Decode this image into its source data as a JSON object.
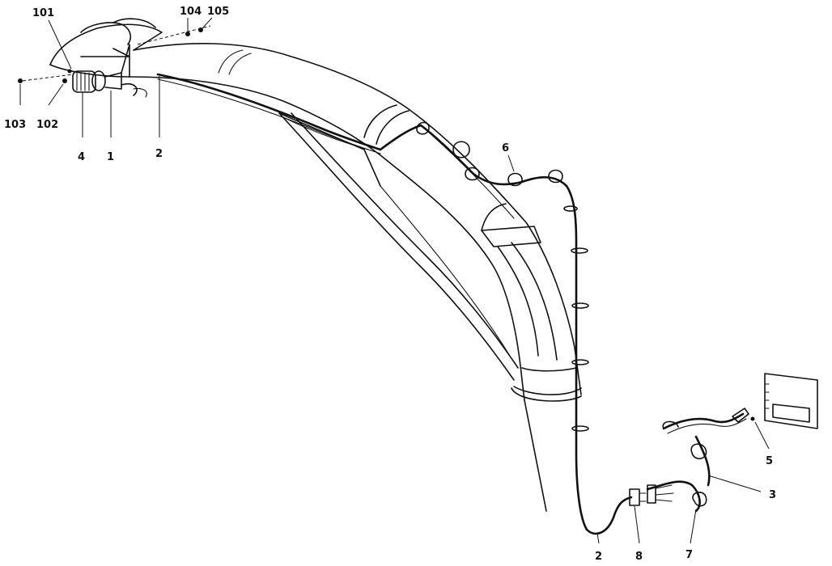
{
  "callouts": {
    "c101": "101",
    "c104": "104",
    "c105": "105",
    "c103": "103",
    "c102": "102",
    "c4": "4",
    "c1": "1",
    "c2_top": "2",
    "c6": "6",
    "c5": "5",
    "c3": "3",
    "c7": "7",
    "c8": "8",
    "c2_bottom": "2"
  },
  "colors": {
    "ink": "#111111",
    "paper": "#ffffff"
  }
}
